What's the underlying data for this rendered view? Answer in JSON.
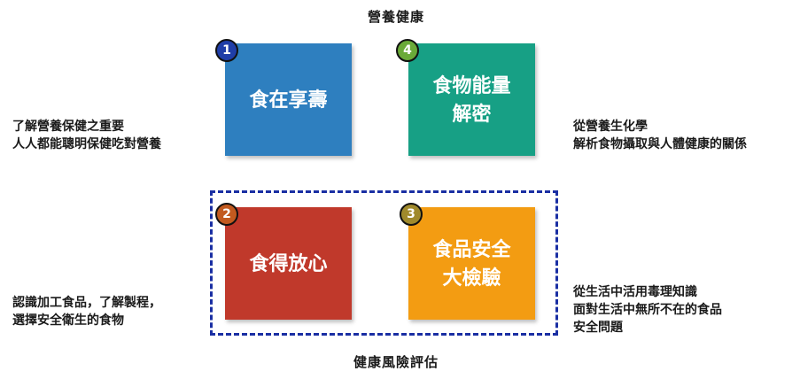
{
  "headings": {
    "top": "營養健康",
    "bottom": "健康風險評估"
  },
  "boxes": [
    {
      "number": "1",
      "title": "食在享壽",
      "color": "#2e7fbf",
      "badge_color": "#1f3ea8"
    },
    {
      "number": "4",
      "title": "食物能量\n解密",
      "color": "#17a085",
      "badge_color": "#6aaa38"
    },
    {
      "number": "2",
      "title": "食得放心",
      "color": "#c0392b",
      "badge_color": "#c25a1f"
    },
    {
      "number": "3",
      "title": "食品安全\n大檢驗",
      "color": "#f39c12",
      "badge_color": "#a08a2c"
    }
  ],
  "descriptions": {
    "top_left": "了解營養保健之重要\n人人都能聰明保健吃對營養",
    "top_right": "從營養生化學\n解析食物攝取與人體健康的關係",
    "bottom_left": "認識加工食品，了解製程，\n選擇安全衛生的食物",
    "bottom_right": "從生活中活用毒理知識\n面對生活中無所不在的食品\n安全問題"
  },
  "frame_color": "#1a2fa3"
}
